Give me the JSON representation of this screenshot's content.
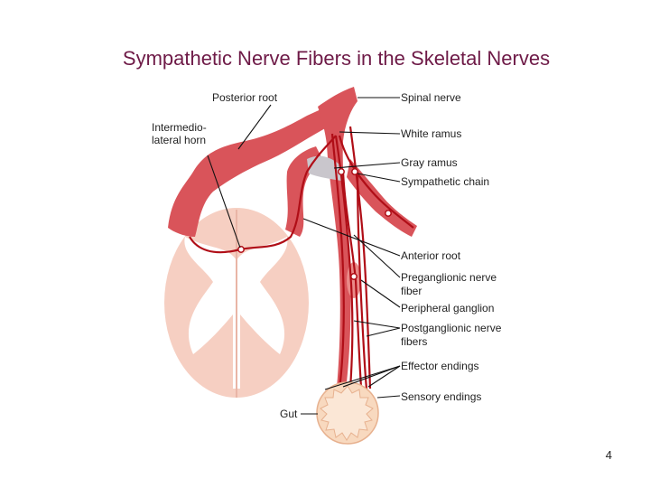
{
  "slide": {
    "title": "Sympathetic Nerve Fibers in the Skeletal Nerves",
    "page_number": "4"
  },
  "labels": {
    "posterior_root": "Posterior root",
    "intermedio_line1": "Intermedio-",
    "intermedio_line2": "lateral horn",
    "spinal_nerve": "Spinal nerve",
    "white_ramus": "White ramus",
    "gray_ramus": "Gray ramus",
    "sympathetic_chain": "Sympathetic chain",
    "anterior_root": "Anterior root",
    "preganglionic_line1": "Preganglionic nerve",
    "preganglionic_line2": "fiber",
    "peripheral_ganglion": "Peripheral ganglion",
    "postganglionic_line1": "Postganglionic nerve",
    "postganglionic_line2": "fibers",
    "effector_endings": "Effector endings",
    "sensory_endings": "Sensory endings",
    "gut": "Gut"
  },
  "colors": {
    "title": "#6e1a47",
    "nerve_fill": "#d9545a",
    "fiber": "#b00e17",
    "cord_fill": "#f6cfc2",
    "gray_matter": "#ffffff",
    "ramus_gray": "#c9c6cc",
    "gut_fill": "#f8d9bf"
  }
}
